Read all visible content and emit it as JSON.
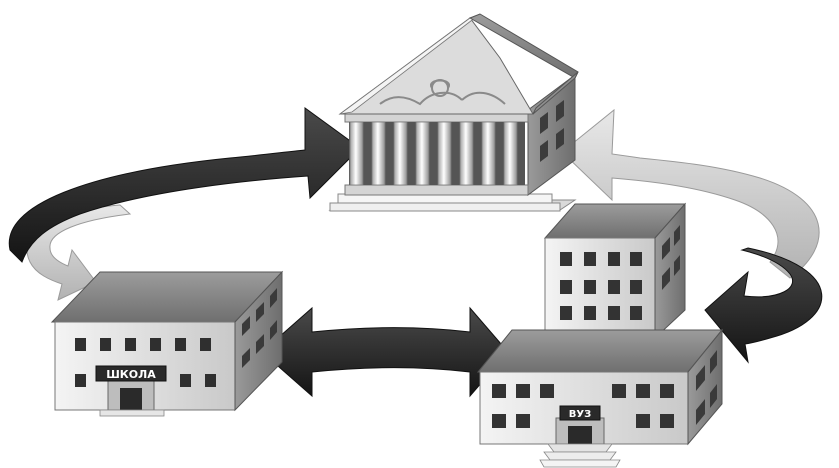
{
  "buildings": {
    "museum": {
      "name": "museum-building"
    },
    "school": {
      "name": "school-building",
      "sign": "ШКОЛА"
    },
    "university": {
      "name": "university-building",
      "sign": "ВУЗ"
    }
  },
  "arrows": [
    {
      "name": "arrow-school-to-museum",
      "tone": "dark"
    },
    {
      "name": "arrow-museum-to-school",
      "tone": "light"
    },
    {
      "name": "arrow-university-to-museum",
      "tone": "light"
    },
    {
      "name": "arrow-museum-to-university",
      "tone": "dark"
    },
    {
      "name": "arrow-school-university",
      "tone": "dark"
    }
  ],
  "colors": {
    "dark_arrow": "#2a2a2a",
    "light_arrow": "#cfcfcf",
    "roof": "#8a8a8a",
    "wall": "#e2e2e2"
  }
}
